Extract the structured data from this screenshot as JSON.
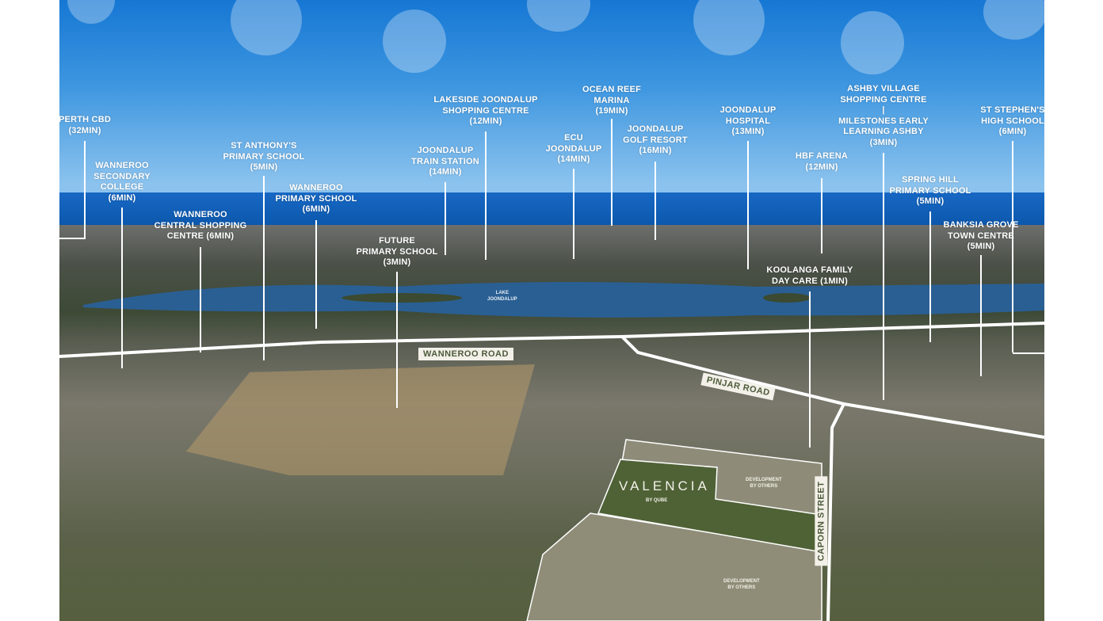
{
  "destinations": [
    {
      "lines": [
        "PERTH CBD",
        "(32MIN)"
      ]
    },
    {
      "lines": [
        "WANNEROO",
        "SECONDARY",
        "COLLEGE",
        "(6MIN)"
      ]
    },
    {
      "lines": [
        "WANNEROO",
        "CENTRAL SHOPPING",
        "CENTRE (6MIN)"
      ]
    },
    {
      "lines": [
        "ST ANTHONY'S",
        "PRIMARY SCHOOL",
        "(5MIN)"
      ]
    },
    {
      "lines": [
        "WANNEROO",
        "PRIMARY SCHOOL",
        "(6MIN)"
      ]
    },
    {
      "lines": [
        "FUTURE",
        "PRIMARY SCHOOL",
        "(3MIN)"
      ]
    },
    {
      "lines": [
        "JOONDALUP",
        "TRAIN STATION",
        "(14MIN)"
      ]
    },
    {
      "lines": [
        "LAKESIDE JOONDALUP",
        "SHOPPING CENTRE",
        "(12MIN)"
      ]
    },
    {
      "lines": [
        "ECU",
        "JOONDALUP",
        "(14MIN)"
      ]
    },
    {
      "lines": [
        "OCEAN REEF",
        "MARINA",
        "(19MIN)"
      ]
    },
    {
      "lines": [
        "JOONDALUP",
        "GOLF RESORT",
        "(16MIN)"
      ]
    },
    {
      "lines": [
        "JOONDALUP",
        "HOSPITAL",
        "(13MIN)"
      ]
    },
    {
      "lines": [
        "HBF ARENA",
        "(12MIN)"
      ]
    },
    {
      "lines": [
        "ASHBY VILLAGE",
        "SHOPPING CENTRE",
        "|",
        "MILESTONES EARLY",
        "LEARNING ASHBY",
        "(3MIN)"
      ]
    },
    {
      "lines": [
        "KOOLANGA FAMILY",
        "DAY CARE (1MIN)"
      ]
    },
    {
      "lines": [
        "SPRING HILL",
        "PRIMARY SCHOOL",
        "(5MIN)"
      ]
    },
    {
      "lines": [
        "BANKSIA GROVE",
        "TOWN CENTRE",
        "(5MIN)"
      ]
    },
    {
      "lines": [
        "ST STEPHEN'S",
        "HIGH SCHOOL",
        "(6MIN)"
      ]
    }
  ],
  "roads": {
    "wanneroo": "WANNEROO ROAD",
    "pinjar": "PINJAR ROAD",
    "caporn": "CAPORN STREET"
  },
  "lake": [
    "LAKE",
    "JOONDALUP"
  ],
  "development": {
    "name": "VALENCIA",
    "by": "BY QUBE",
    "others_1": [
      "DEVELOPMENT",
      "BY OTHERS"
    ],
    "others_2": [
      "DEVELOPMENT",
      "BY OTHERS"
    ]
  },
  "colors": {
    "valencia_green": "#4f6236",
    "sky": "#1a7fd6",
    "ocean": "#0b58ad"
  }
}
